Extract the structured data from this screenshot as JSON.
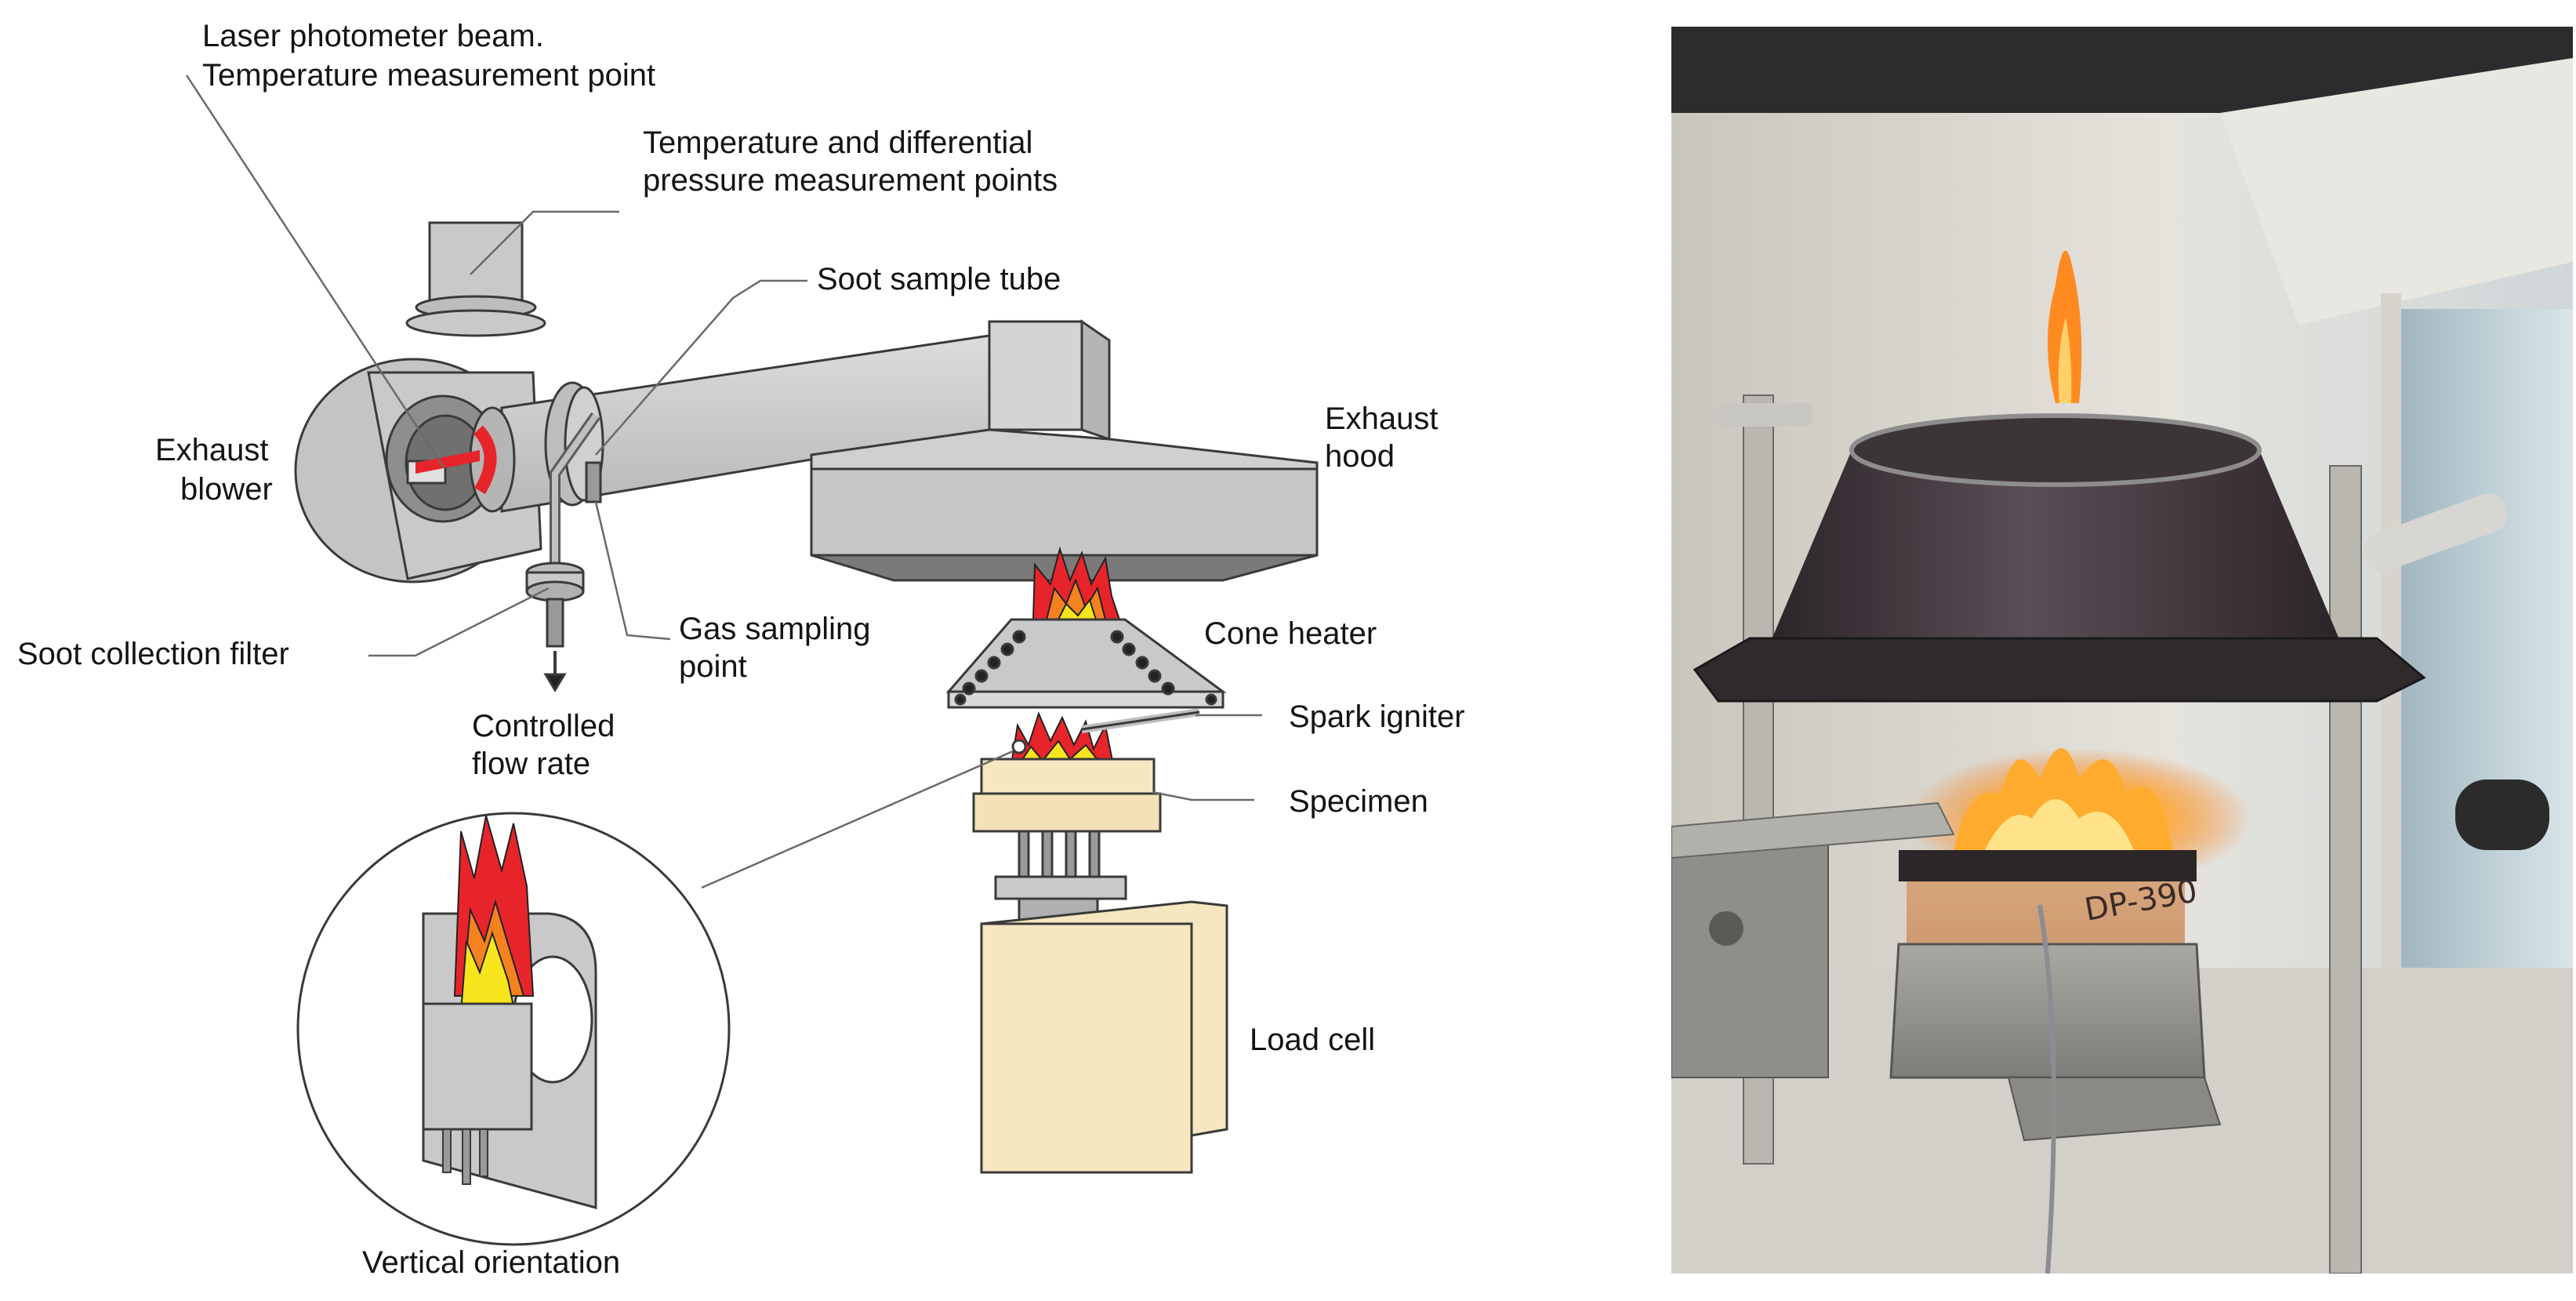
{
  "diagram": {
    "labels": {
      "laser_beam": "Laser photometer beam.",
      "temp_point": "Temperature measurement point",
      "temp_diff_1": "Temperature and differential",
      "temp_diff_2": "pressure measurement points",
      "soot_tube": "Soot sample tube",
      "exhaust_blower_1": "Exhaust",
      "exhaust_blower_2": "blower",
      "exhaust_hood_1": "Exhaust",
      "exhaust_hood_2": "hood",
      "soot_filter": "Soot collection filter",
      "gas_point_1": "Gas sampling",
      "gas_point_2": "point",
      "cone_heater": "Cone heater",
      "controlled_1": "Controlled",
      "controlled_2": "flow rate",
      "spark_igniter": "Spark igniter",
      "specimen": "Specimen",
      "load_cell": "Load cell",
      "vertical_orientation": "Vertical orientation"
    },
    "colors": {
      "steel": "#c9c9c9",
      "steel_dark": "#8c8c8c",
      "outline": "#3a3a3a",
      "beige": "#f6e7c1",
      "flame_red": "#e8242b",
      "flame_orange": "#f4821f",
      "flame_yellow": "#f6e51c"
    }
  },
  "photo": {
    "specimen_marking": "DP-390"
  }
}
